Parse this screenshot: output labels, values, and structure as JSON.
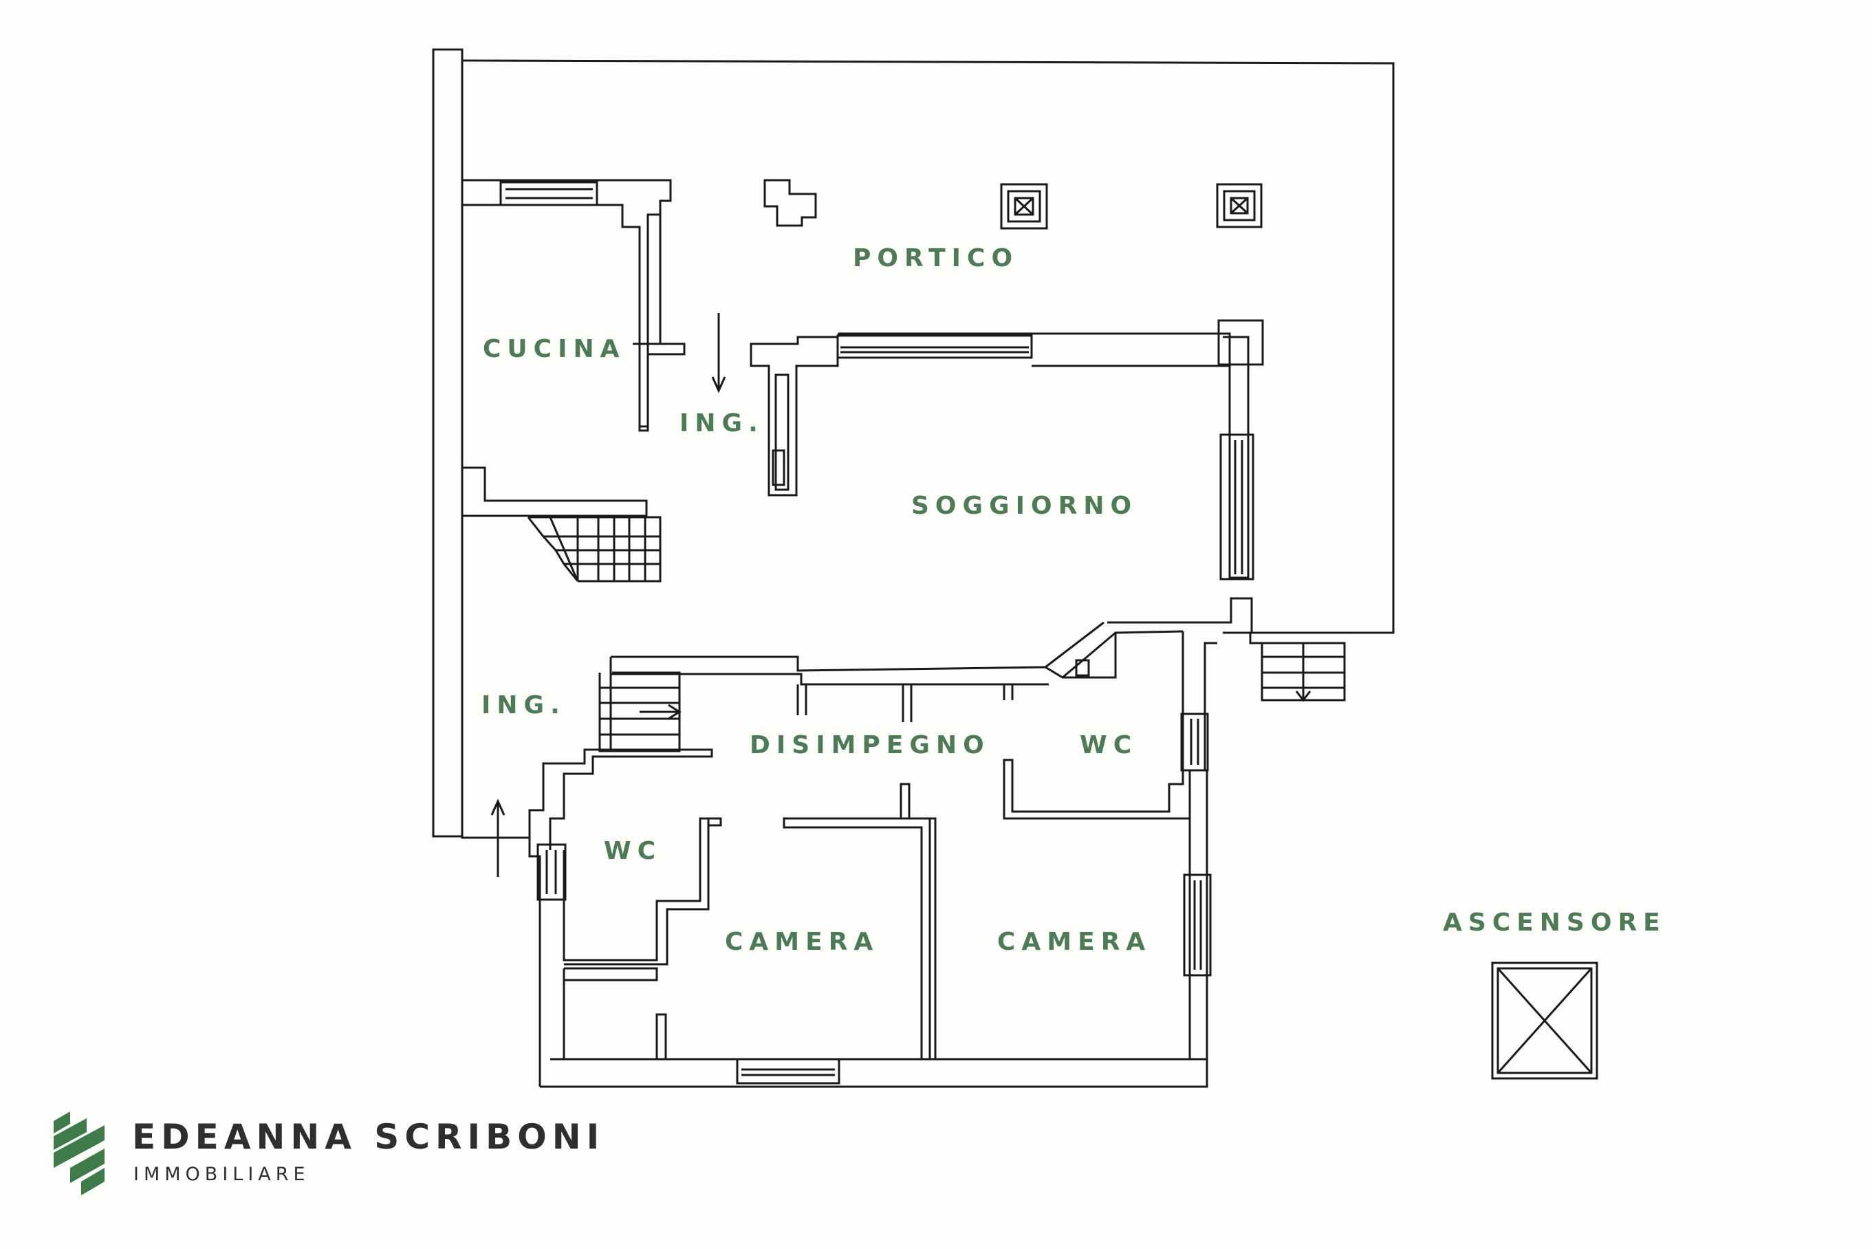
{
  "colors": {
    "wall": "#1a1a1a",
    "label": "#4e7a55",
    "brand_text": "#2e2e2e",
    "logo": "#3f7a4a"
  },
  "rooms": {
    "portico": "PORTICO",
    "cucina": "CUCINA",
    "ing_top": "ING.",
    "soggiorno": "SOGGIORNO",
    "ing_left": "ING.",
    "disimpegno": "DISIMPEGNO",
    "wc_right": "WC",
    "wc_left": "WC",
    "camera_left": "CAMERA",
    "camera_right": "CAMERA",
    "ascensore": "ASCENSORE"
  },
  "brand": {
    "name": "EDEANNA SCRIBONI",
    "subtitle": "IMMOBILIARE",
    "logo_icon": "stripes-logo-icon"
  }
}
